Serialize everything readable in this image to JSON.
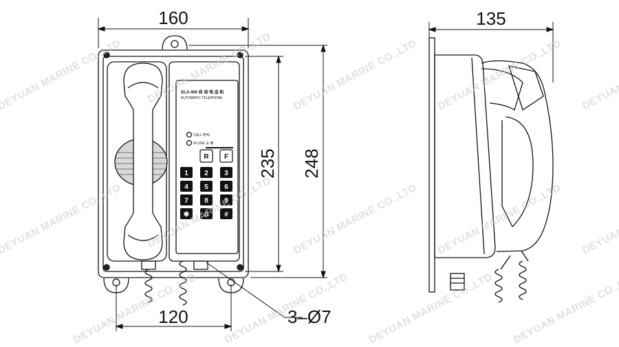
{
  "dimensions": {
    "width_front": "160",
    "height_inner": "235",
    "height_outer": "248",
    "mount_spacing": "120",
    "holes": "3–Ø7",
    "depth_side": "135"
  },
  "watermark": "DEYUAN MARINE CO.,LTD",
  "panel": {
    "label_title": "DLX-400 自 动 电 话 机",
    "label_sub": "AUTOMATIC TELEPHONE",
    "lamp1": "CALL 呼叫",
    "lamp2": "IN USE 占 用"
  },
  "keypad": {
    "top_keys": [
      "R",
      "F"
    ],
    "keys": [
      "1",
      "2",
      "3",
      "4",
      "5",
      "6",
      "7",
      "8",
      "9",
      "✱",
      "0",
      "#"
    ]
  }
}
